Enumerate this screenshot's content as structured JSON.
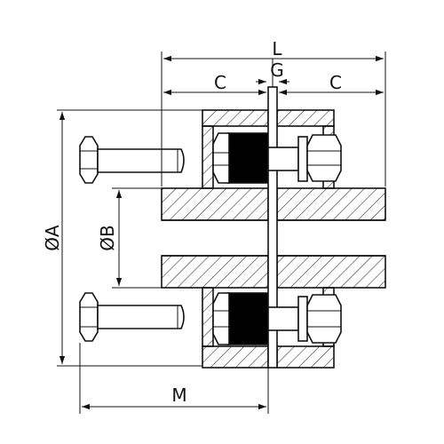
{
  "dimensions": {
    "overall_length": "L",
    "hub_length_left": "C",
    "hub_length_right": "C",
    "gap": "G",
    "outer_diameter": "ØA",
    "bore_diameter": "ØB",
    "bolt_length": "M"
  },
  "colors": {
    "line": "#111111",
    "hatch": "#111111",
    "rubber_fill": "#000000",
    "background": "#ffffff"
  }
}
